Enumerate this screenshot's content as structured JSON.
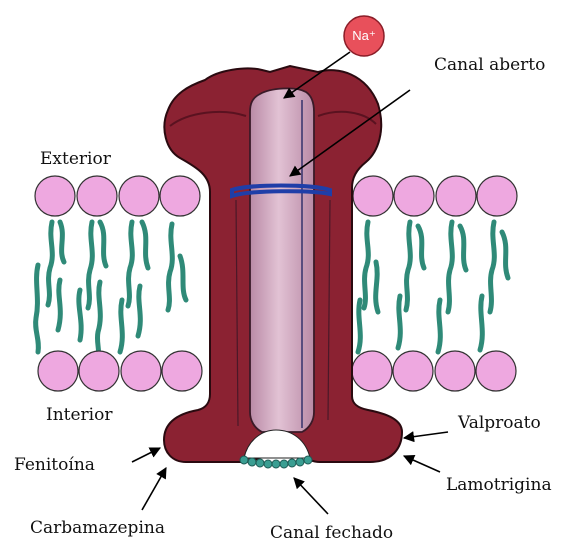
{
  "labels": {
    "sodium": "Na⁺",
    "open_channel": "Canal aberto",
    "exterior": "Exterior",
    "interior": "Interior",
    "phenytoin": "Fenitoína",
    "carbamazepine": "Carbamazepina",
    "closed_channel": "Canal fechado",
    "valproate": "Valproato",
    "lamotrigine": "Lamotrigina"
  },
  "colors": {
    "channel_protein": "#8b2232",
    "channel_outline": "#2a0a10",
    "pore": "#d3a7bf",
    "phospholipid_head": "#eea8e0",
    "lipid_tail": "#2f8a78",
    "gate_ring": "#1f3ea8",
    "sodium_ion": "#e8505b",
    "closed_gate_beads": "#3a9e92"
  }
}
